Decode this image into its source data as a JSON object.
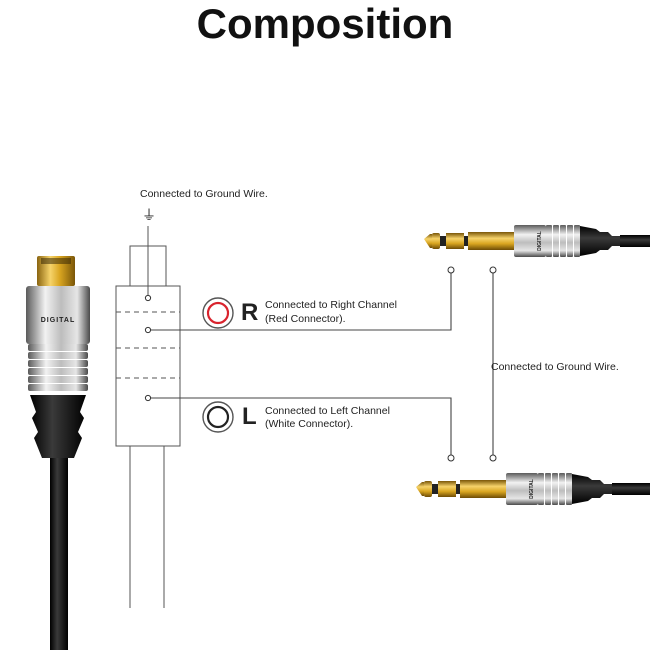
{
  "title": "Composition",
  "connector_brand_text": "DIGITAL",
  "ground_top": {
    "symbol": "⏚",
    "label": "Connected to Ground Wire."
  },
  "ground_right": {
    "label": "Connected to Ground Wire."
  },
  "right_channel": {
    "letter": "R",
    "line1": "Connected to Right Channel",
    "line2": "(Red Connector).",
    "ring_color": "#d9232d"
  },
  "left_channel": {
    "letter": "L",
    "line1": "Connected to Left Channel",
    "line2": "(White Connector).",
    "ring_color": "#222222"
  },
  "colors": {
    "gold": "#d9a520",
    "chrome": "#c9c9c9",
    "cable": "#1a1a1a",
    "schematic": "#444444"
  }
}
